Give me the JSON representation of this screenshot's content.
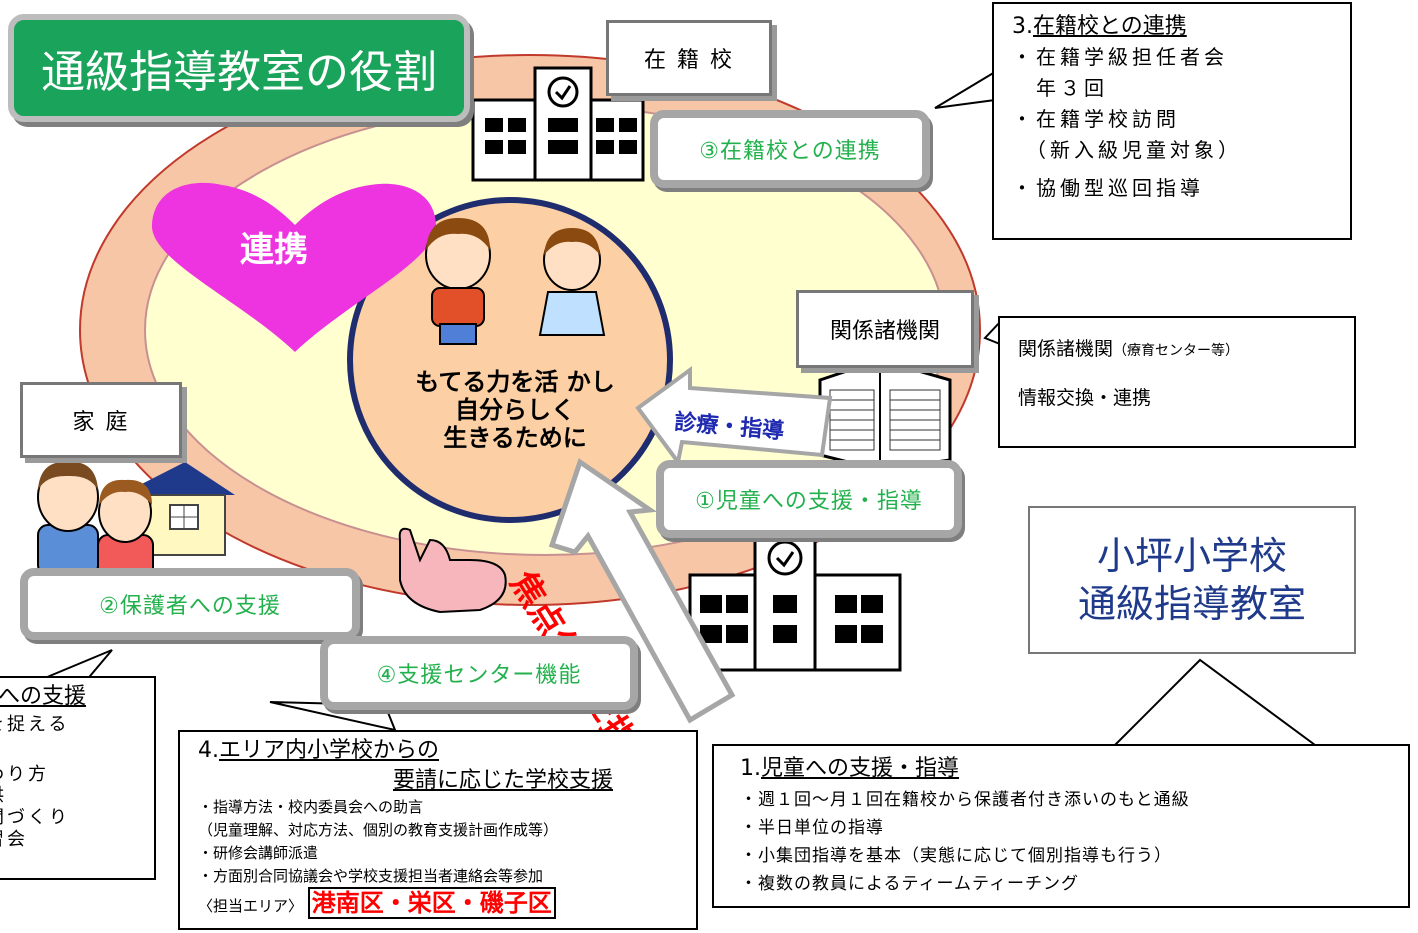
{
  "title": "通級指導教室の役割",
  "heart_label": "連携",
  "center_text": [
    "もてる力を活 かし",
    "自分らしく",
    "生きるために"
  ],
  "arrows": {
    "diagnosis": "診療・指導",
    "focused": "焦点化した指導"
  },
  "places": {
    "school": "在 籍 校",
    "agency": "関係諸機関",
    "home": "家 庭"
  },
  "roles": {
    "r1": "①児童への支援・指導",
    "r2": "②保護者への支援",
    "r3": "③在籍校との連携",
    "r4": "④支援センター機能"
  },
  "callout_school": {
    "num": "3.",
    "title": "在籍校との連携",
    "lines": [
      "・在籍学級担任者会",
      "　年３回",
      "・在籍学校訪問",
      "　（新入級児童対象）",
      "・協働型巡回指導"
    ]
  },
  "callout_agency": {
    "title": "関係諸機関",
    "title_small": "（療育センター等）",
    "line": "情報交換・連携"
  },
  "school_name": [
    "小坪小学校",
    "通級指導教室"
  ],
  "callout_children": {
    "num": "1.",
    "title": "児童への支援・指導",
    "lines": [
      "・週１回～月１回在籍校から保護者付き添いのもと通級",
      "・半日単位の指導",
      "・小集団指導を基本（実態に応じて個別指導も行う）",
      "・複数の教員によるティームティーチング"
    ]
  },
  "callout_area": {
    "num": "4.",
    "title1": "エリア内小学校からの",
    "title2": "要請に応じた学校支援",
    "lines": [
      "・指導方法・校内委員会への助言",
      "（児童理解、対応方法、個別の教育支援計画作成等）",
      "・研修会講師派遣",
      "・方面別合同協議会や学校支援担当者連絡会等参加"
    ],
    "area_label": "〈担当エリア〉",
    "area_value": "港南区・栄区・磯子区"
  },
  "callout_parents": {
    "title_fragment": "への支援",
    "lines": [
      "を捉える",
      "",
      "わり方",
      "供",
      "間づくり",
      "習会"
    ]
  },
  "colors": {
    "title_bg": "#1aa35a",
    "outer_ring": "#f7c6a6",
    "inner_ellipse": "#ffffd0",
    "center_circle": "#fcd0a4",
    "circle_border": "#1f2c6e",
    "heart": "#ee33e0",
    "role_text": "#23b14d",
    "area_red": "#ff0000",
    "school_name_blue": "#1f3a8a"
  }
}
